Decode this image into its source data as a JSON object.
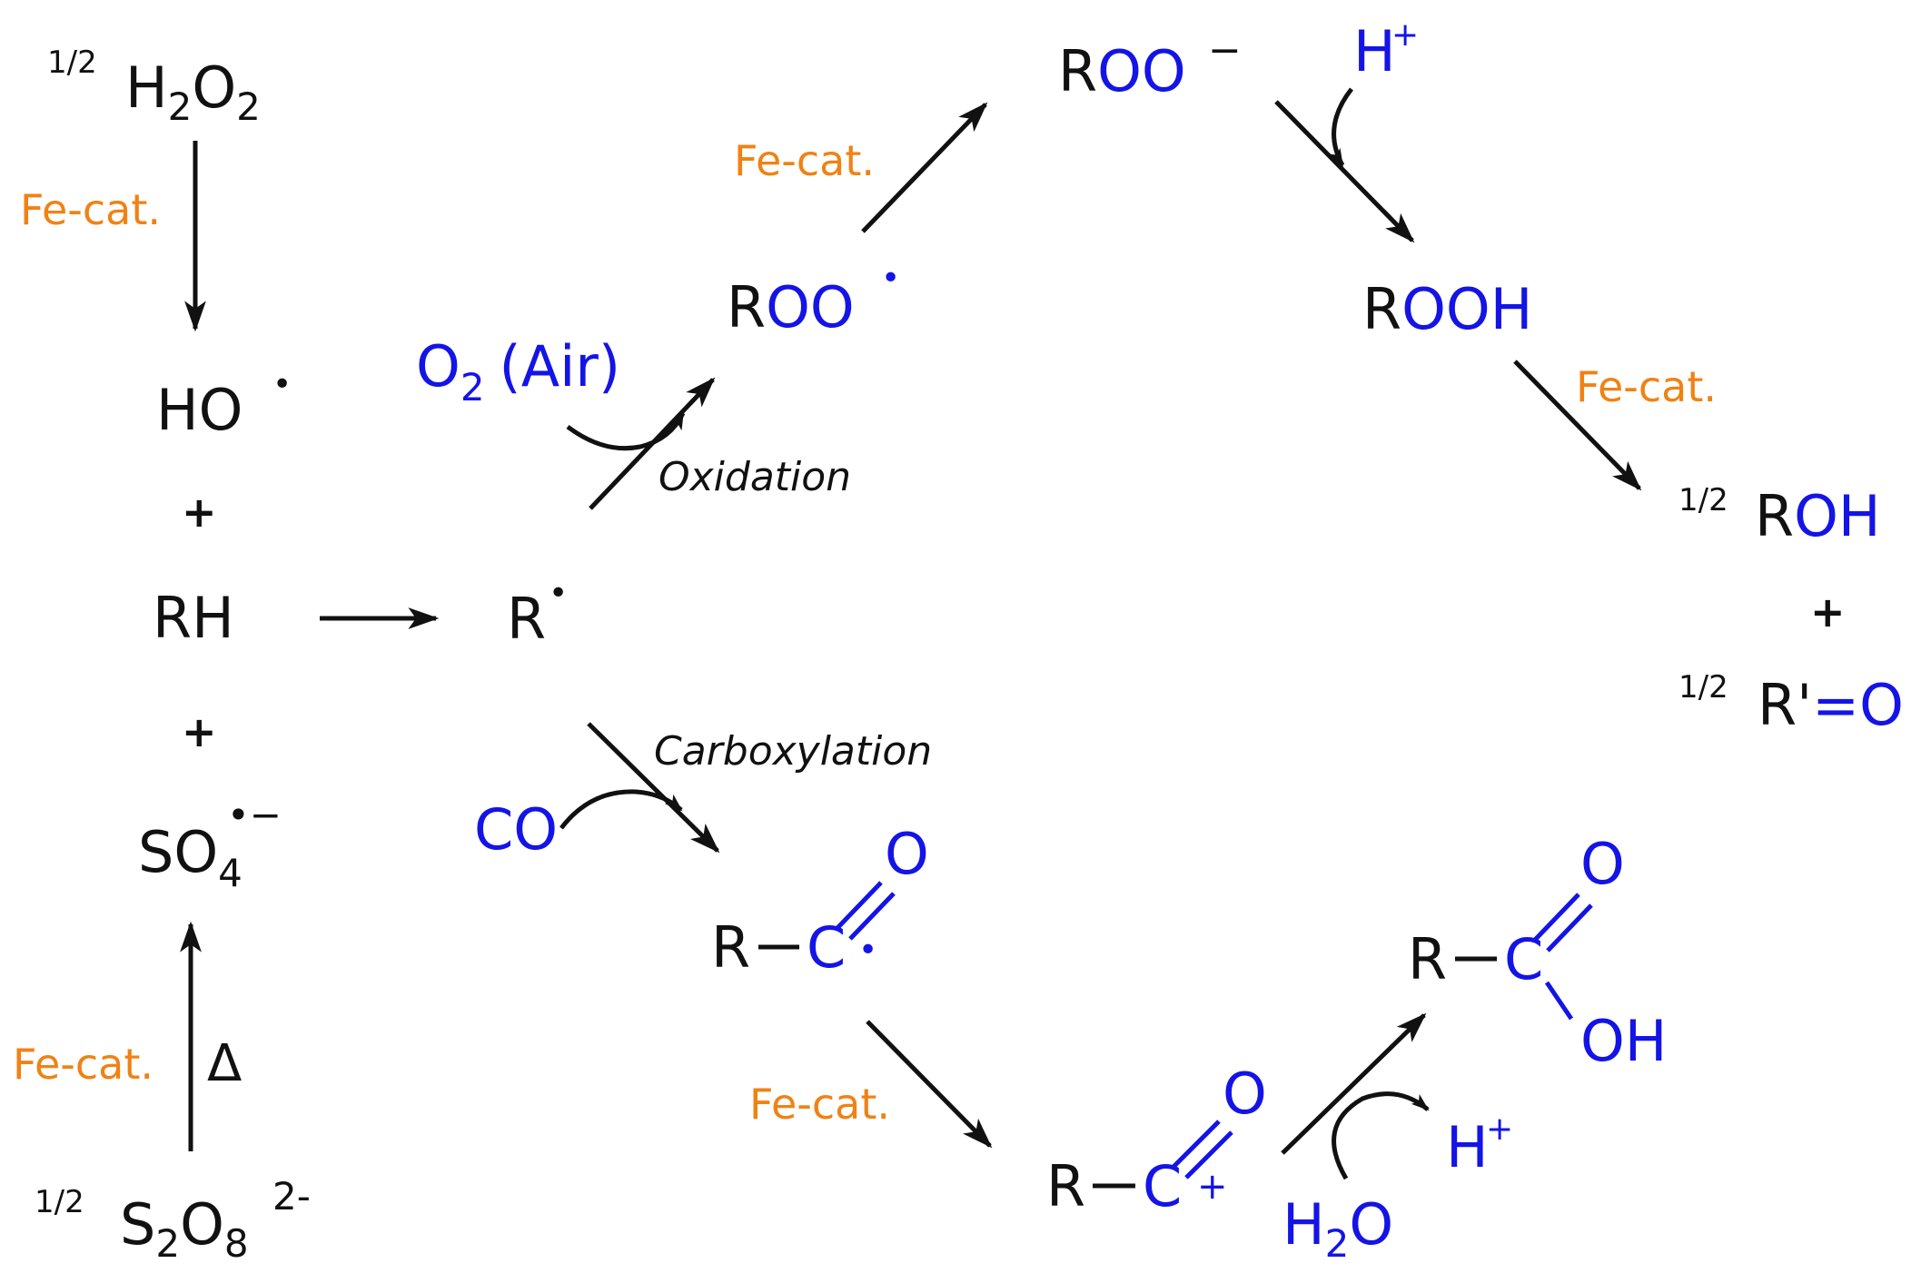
{
  "colors": {
    "black": "#111111",
    "blue": "#1414e6",
    "orange": "#f08214"
  },
  "species": {
    "half_h2o2": {
      "half": "1/2",
      "h": "H",
      "two_a": "2",
      "o": "O",
      "two_b": "2"
    },
    "ho_radical": {
      "text": "HO",
      "dot": "•"
    },
    "plus": "+",
    "rh": "RH",
    "r_radical": {
      "text": "R",
      "dot": "•"
    },
    "so4": {
      "s": "SO",
      "four": "4",
      "charge": "•−"
    },
    "half_s2o8": {
      "half": "1/2",
      "s": "S",
      "two": "2",
      "o": "O",
      "eight": "8",
      "charge": "2-"
    },
    "delta": "Δ",
    "o2_air": {
      "o": "O",
      "two": "2",
      "air": "(Air)"
    },
    "roo_radical": {
      "r": "R",
      "oo": "OO",
      "dot": "•"
    },
    "roo_anion": {
      "r": "R",
      "oo": "OO",
      "charge": "−"
    },
    "h_plus": {
      "h": "H",
      "plus": "+"
    },
    "rooh": {
      "r": "R",
      "ooh": "OOH"
    },
    "half_roh": {
      "half": "1/2",
      "r": "R",
      "oh": "OH"
    },
    "half_rprime_o": {
      "half": "1/2",
      "r": "R'",
      "eq": "=",
      "o": "O"
    },
    "co": "CO",
    "acyl_radical": {
      "r": "R",
      "c": "C",
      "o": "O",
      "dot": "•"
    },
    "acylium": {
      "r": "R",
      "c": "C",
      "o": "O",
      "plus": "+"
    },
    "h2o": {
      "h": "H",
      "two": "2",
      "o": "O"
    },
    "acid": {
      "r": "R",
      "c": "C",
      "o": "O",
      "oh": "OH"
    }
  },
  "labels": {
    "fe_cat": "Fe-cat.",
    "oxidation": "Oxidation",
    "carboxylation": "Carboxylation"
  }
}
